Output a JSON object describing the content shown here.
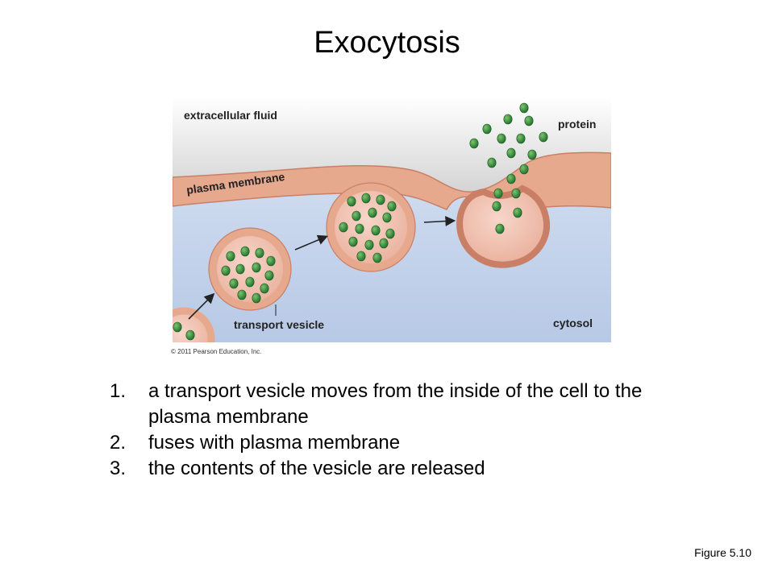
{
  "title": "Exocytosis",
  "figure": {
    "labels": {
      "extracellular_fluid": "extracellular fluid",
      "protein": "protein",
      "plasma_membrane": "plasma membrane",
      "transport_vesicle": "transport vesicle",
      "cytosol": "cytosol"
    },
    "copyright": "© 2011 Pearson Education, Inc.",
    "colors": {
      "extracellular": "#e6e6e6",
      "cytosol": "#c9d7ee",
      "membrane": "#e7a98e",
      "membrane_edge": "#c97f66",
      "vesicle_interior": "#f2c3b3",
      "protein": "#2f8f3a"
    }
  },
  "steps": [
    {
      "num": "1.",
      "text": "a transport vesicle moves from the inside of the cell to the plasma membrane"
    },
    {
      "num": "2.",
      "text": "fuses with plasma membrane"
    },
    {
      "num": "3.",
      "text": "the contents of the vesicle are released"
    }
  ],
  "figure_number": "Figure 5.10"
}
